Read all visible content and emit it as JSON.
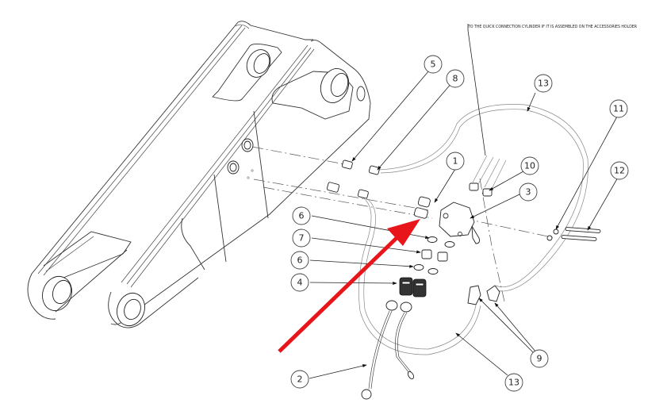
{
  "diagram": {
    "title": "Hydraulic quick-coupling kit on loader arm — exploded view",
    "note": "TO THE QUICK CONNECTION CYLINDER IF IT IS ASSEMBLED ON THE ACCESSORIES HOLDER",
    "highlight": {
      "type": "arrow",
      "color": "#e8161b",
      "points_to": "1"
    },
    "callouts": [
      {
        "id": "1",
        "label": "1"
      },
      {
        "id": "2",
        "label": "2"
      },
      {
        "id": "3",
        "label": "3"
      },
      {
        "id": "4",
        "label": "4"
      },
      {
        "id": "5",
        "label": "5"
      },
      {
        "id": "6a",
        "label": "6"
      },
      {
        "id": "6b",
        "label": "6"
      },
      {
        "id": "7",
        "label": "7"
      },
      {
        "id": "8",
        "label": "8"
      },
      {
        "id": "9",
        "label": "9"
      },
      {
        "id": "10",
        "label": "10"
      },
      {
        "id": "11",
        "label": "11"
      },
      {
        "id": "12",
        "label": "12"
      },
      {
        "id": "13a",
        "label": "13"
      },
      {
        "id": "13b",
        "label": "13"
      }
    ]
  }
}
